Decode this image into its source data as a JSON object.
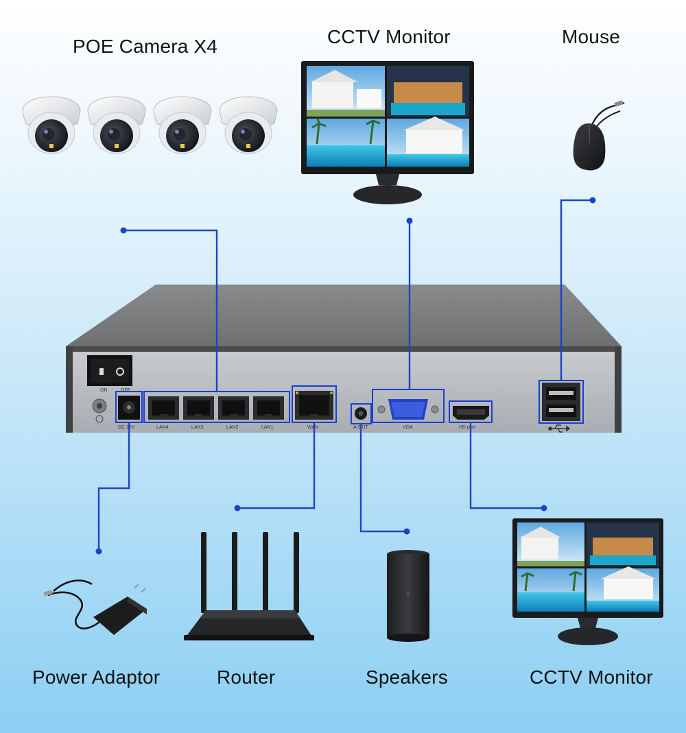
{
  "labels": {
    "cameras": "POE Camera X4",
    "monitor_top": "CCTV Monitor",
    "mouse": "Mouse",
    "power": "Power Adaptor",
    "router": "Router",
    "speakers": "Speakers",
    "monitor_bottom": "CCTV Monitor"
  },
  "nvr": {
    "switch_on": "ON",
    "switch_off": "OFF",
    "dc": "DC 12V",
    "lan4": "LAN4",
    "lan3": "LAN3",
    "lan2": "LAN2",
    "lan1": "LAN1",
    "wan": "WAN",
    "aout": "A-OUT",
    "vga": "VGA",
    "hd": "HD port"
  },
  "colors": {
    "connector_line": "#1a44c8",
    "port_highlight": "#1a3fd0",
    "nvr_top": "#7d7d7f",
    "nvr_front": "#b5b9bd"
  }
}
